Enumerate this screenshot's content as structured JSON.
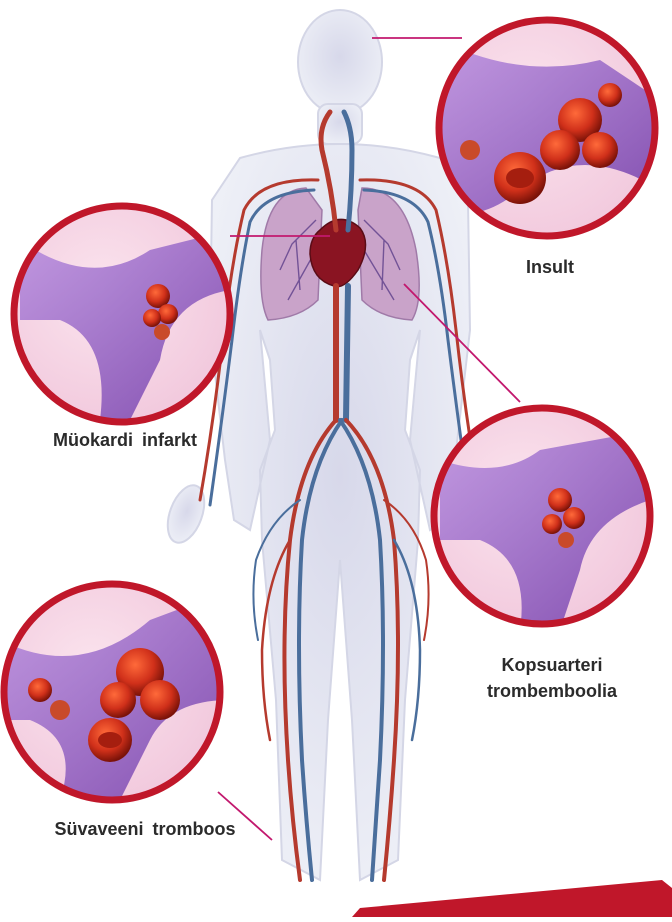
{
  "diagram": {
    "labels": {
      "insult": "Insult",
      "myocardial": "Müokardi  infarkt",
      "pulmonary_line1": "Kopsuarteri",
      "pulmonary_line2": "trombemboolia",
      "dvt": "Süvaveeni  tromboos"
    },
    "colors": {
      "accent": "#c0172a",
      "connector": "#c2186e",
      "artery": "#b53a2e",
      "vein": "#4a6e9c",
      "lung": "#c9a3c9",
      "heart": "#8a1422",
      "vessel_wall": "#8a4fc0",
      "vessel_bg": "#f3cde0",
      "clot": "#b8361b"
    }
  }
}
